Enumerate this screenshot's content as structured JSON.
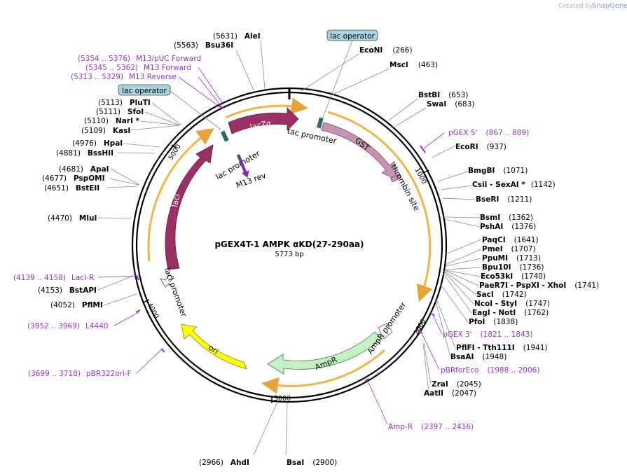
{
  "branding": {
    "created_by": "Created by",
    "product": "SnapGene"
  },
  "plasmid": {
    "name": "pGEX4T-1 AMPK αKD(27-290aa)",
    "length_label": "5773 bp",
    "length": 5773
  },
  "ticks": [
    {
      "pos": 1000,
      "label": "1000"
    },
    {
      "pos": 2000,
      "label": "2000"
    },
    {
      "pos": 3000,
      "label": "3000"
    },
    {
      "pos": 4000,
      "label": "4000"
    },
    {
      "pos": 5000,
      "label": "5000"
    }
  ],
  "enzymes": [
    {
      "name": "EcoNI",
      "pos": "(266)",
      "loc": 266
    },
    {
      "name": "MscI",
      "pos": "(463)",
      "loc": 463
    },
    {
      "name": "BstBI",
      "pos": "(653)",
      "loc": 653
    },
    {
      "name": "SwaI",
      "pos": "(683)",
      "loc": 683
    },
    {
      "name": "EcoRI",
      "pos": "(937)",
      "loc": 937
    },
    {
      "name": "BmgBI",
      "pos": "(1071)",
      "loc": 1071
    },
    {
      "name": "CsiI - SexAI *",
      "pos": "(1142)",
      "loc": 1142
    },
    {
      "name": "BseRI",
      "pos": "(1211)",
      "loc": 1211
    },
    {
      "name": "BsmI",
      "pos": "(1362)",
      "loc": 1362
    },
    {
      "name": "PshAI",
      "pos": "(1376)",
      "loc": 1376
    },
    {
      "name": "PaqCI",
      "pos": "(1641)",
      "loc": 1641
    },
    {
      "name": "PmeI",
      "pos": "(1707)",
      "loc": 1707
    },
    {
      "name": "PpuMI",
      "pos": "(1713)",
      "loc": 1713
    },
    {
      "name": "Bpu10I",
      "pos": "(1736)",
      "loc": 1736
    },
    {
      "name": "Eco53kI",
      "pos": "(1740)",
      "loc": 1740
    },
    {
      "name": "PaeR7I - PspXI - XhoI",
      "pos": "(1741)",
      "loc": 1741
    },
    {
      "name": "SacI",
      "pos": "(1742)",
      "loc": 1742
    },
    {
      "name": "NcoI - StyI",
      "pos": "(1747)",
      "loc": 1747
    },
    {
      "name": "EagI - NotI",
      "pos": "(1762)",
      "loc": 1762
    },
    {
      "name": "PfoI",
      "pos": "(1838)",
      "loc": 1838
    },
    {
      "name": "PflFI - Tth111I",
      "pos": "(1941)",
      "loc": 1941
    },
    {
      "name": "BsaAI",
      "pos": "(1948)",
      "loc": 1948
    },
    {
      "name": "ZraI",
      "pos": "(2045)",
      "loc": 2045
    },
    {
      "name": "AatII",
      "pos": "(2047)",
      "loc": 2047
    },
    {
      "name": "BsaI",
      "pos": "(2900)",
      "loc": 2900
    },
    {
      "name": "AhdI",
      "pos": "(2966)",
      "loc": 2966
    },
    {
      "name": "PflMI",
      "pos": "(4052)",
      "loc": 4052
    },
    {
      "name": "BstAPI",
      "pos": "(4153)",
      "loc": 4153
    },
    {
      "name": "MluI",
      "pos": "(4470)",
      "loc": 4470
    },
    {
      "name": "BstEII",
      "pos": "(4651)",
      "loc": 4651
    },
    {
      "name": "PspOMI",
      "pos": "(4677)",
      "loc": 4677
    },
    {
      "name": "ApaI",
      "pos": "(4681)",
      "loc": 4681
    },
    {
      "name": "BssHII",
      "pos": "(4881)",
      "loc": 4881
    },
    {
      "name": "HpaI",
      "pos": "(4976)",
      "loc": 4976
    },
    {
      "name": "KasI",
      "pos": "(5109)",
      "loc": 5109
    },
    {
      "name": "NarI *",
      "pos": "(5110)",
      "loc": 5110
    },
    {
      "name": "SfoI",
      "pos": "(5111)",
      "loc": 5111
    },
    {
      "name": "PluTI",
      "pos": "(5113)",
      "loc": 5113
    },
    {
      "name": "Bsu36I",
      "pos": "(5563)",
      "loc": 5563
    },
    {
      "name": "AleI",
      "pos": "(5631)",
      "loc": 5631
    }
  ],
  "primers": [
    {
      "name": "M13/pUC Forward",
      "range": "(5354 .. 5376)"
    },
    {
      "name": "M13 Forward",
      "range": "(5345 .. 5362)"
    },
    {
      "name": "M13 Reverse",
      "range": "(5313 .. 5329)"
    },
    {
      "name": "pGEX 5'",
      "range": "(867 .. 889)"
    },
    {
      "name": "pGEX 3'",
      "range": "(1821 .. 1843)"
    },
    {
      "name": "pBRforEco",
      "range": "(1988 .. 2006)"
    },
    {
      "name": "Amp-R",
      "range": "(2397 .. 2416)"
    },
    {
      "name": "pBR322ori-F",
      "range": "(3699 .. 3718)"
    },
    {
      "name": "L4440",
      "range": "(3952 .. 3969)"
    },
    {
      "name": "LacI-R",
      "range": "(4139 .. 4158)"
    }
  ],
  "features": [
    {
      "name": "lacZα",
      "color": "#9b2f66"
    },
    {
      "name": "GST",
      "color": "#c893b2"
    },
    {
      "name": "lacI",
      "color": "#9b2f66"
    },
    {
      "name": "AmpR",
      "color": "#c4f0c4"
    },
    {
      "name": "ori",
      "color": "#ffff00"
    },
    {
      "name": "tac promoter"
    },
    {
      "name": "lac promoter"
    },
    {
      "name": "M13 rev"
    },
    {
      "name": "thrombin site"
    },
    {
      "name": "lacI promoter"
    },
    {
      "name": "AmpR promoter"
    }
  ],
  "operators": [
    {
      "name": "lac operator"
    },
    {
      "name": "lac operator"
    }
  ],
  "colors": {
    "primer": "#9b30d9",
    "orf_highlight": "#f2b347",
    "operator_box": "#a7d3df"
  }
}
